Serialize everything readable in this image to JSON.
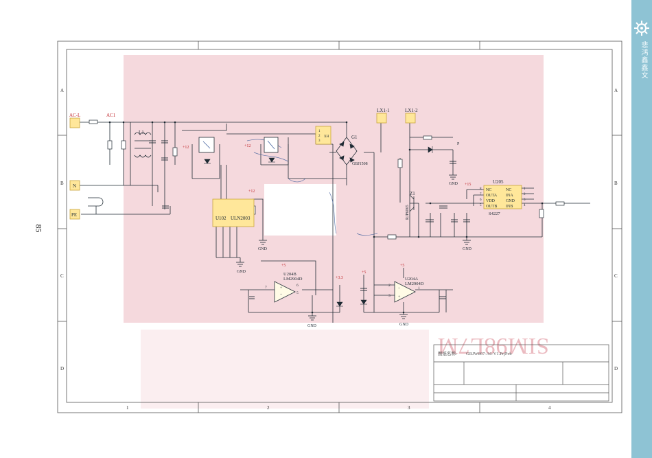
{
  "page": {
    "number": "85"
  },
  "side_panel": {
    "text": "悲鸿鑫鑫文",
    "logo_icon": "gear-snowflake-icon"
  },
  "frame": {
    "columns": [
      "1",
      "2",
      "3",
      "4"
    ],
    "rows": [
      "A",
      "B",
      "C",
      "D"
    ]
  },
  "title_block": {
    "drawing_name_label": "图纸名称:",
    "drawing_name": "GRJW867-A6-V1.PrjPcb"
  },
  "watermark": {
    "text": "SIM98L7M"
  },
  "colors": {
    "wire": "#1e2a33",
    "pad": "#ffe79a",
    "pad_border": "#c9a43a",
    "red_label": "#c0282d",
    "blue_net": "#3a5a9a",
    "frame": "#555555",
    "pink_bg": "#f1c9cf",
    "side_strip": "#8ec3d4"
  },
  "connectors": [
    {
      "id": "AC-L",
      "label": "AC-L"
    },
    {
      "id": "AC1",
      "label": "AC1"
    },
    {
      "id": "N",
      "label": "N"
    },
    {
      "id": "PE",
      "label": "PE"
    },
    {
      "id": "LX1-1",
      "label": "LX1-1"
    },
    {
      "id": "LX1-2",
      "label": "LX1-2"
    }
  ],
  "components": {
    "l1": "L1",
    "g1": "G1",
    "bridge": "GBJ1508",
    "u102": "U102",
    "uln": "ULN2003",
    "u205": "U205",
    "s4227": "S4227",
    "z1": "Z1",
    "z1_part": "RJP6065",
    "u204b": "U204B",
    "u204b_part": "LM2904D",
    "u204a": "U204A",
    "u204a_part": "LM2904D",
    "relay_pins": [
      "1",
      "2",
      "3"
    ],
    "relay_label": "XH",
    "u205_pins_left": [
      "NC",
      "OUTA",
      "VDD",
      "OUTB"
    ],
    "u205_pins_right": [
      "NC",
      "INA",
      "GND",
      "INB"
    ],
    "u205_pin_nums_left": [
      "8",
      "7",
      "6",
      "5"
    ],
    "u205_pin_nums_right": [
      "1",
      "2",
      "3",
      "4"
    ],
    "u204b_pins": [
      "7",
      "6",
      "5"
    ],
    "u204a_pins": [
      "2",
      "3",
      "1"
    ],
    "p_label": "P"
  },
  "power_labels": {
    "gnd": "GND",
    "plus12": "+12",
    "plus15": "+15",
    "plus5": "+5",
    "plus3v3": "+3.3"
  }
}
